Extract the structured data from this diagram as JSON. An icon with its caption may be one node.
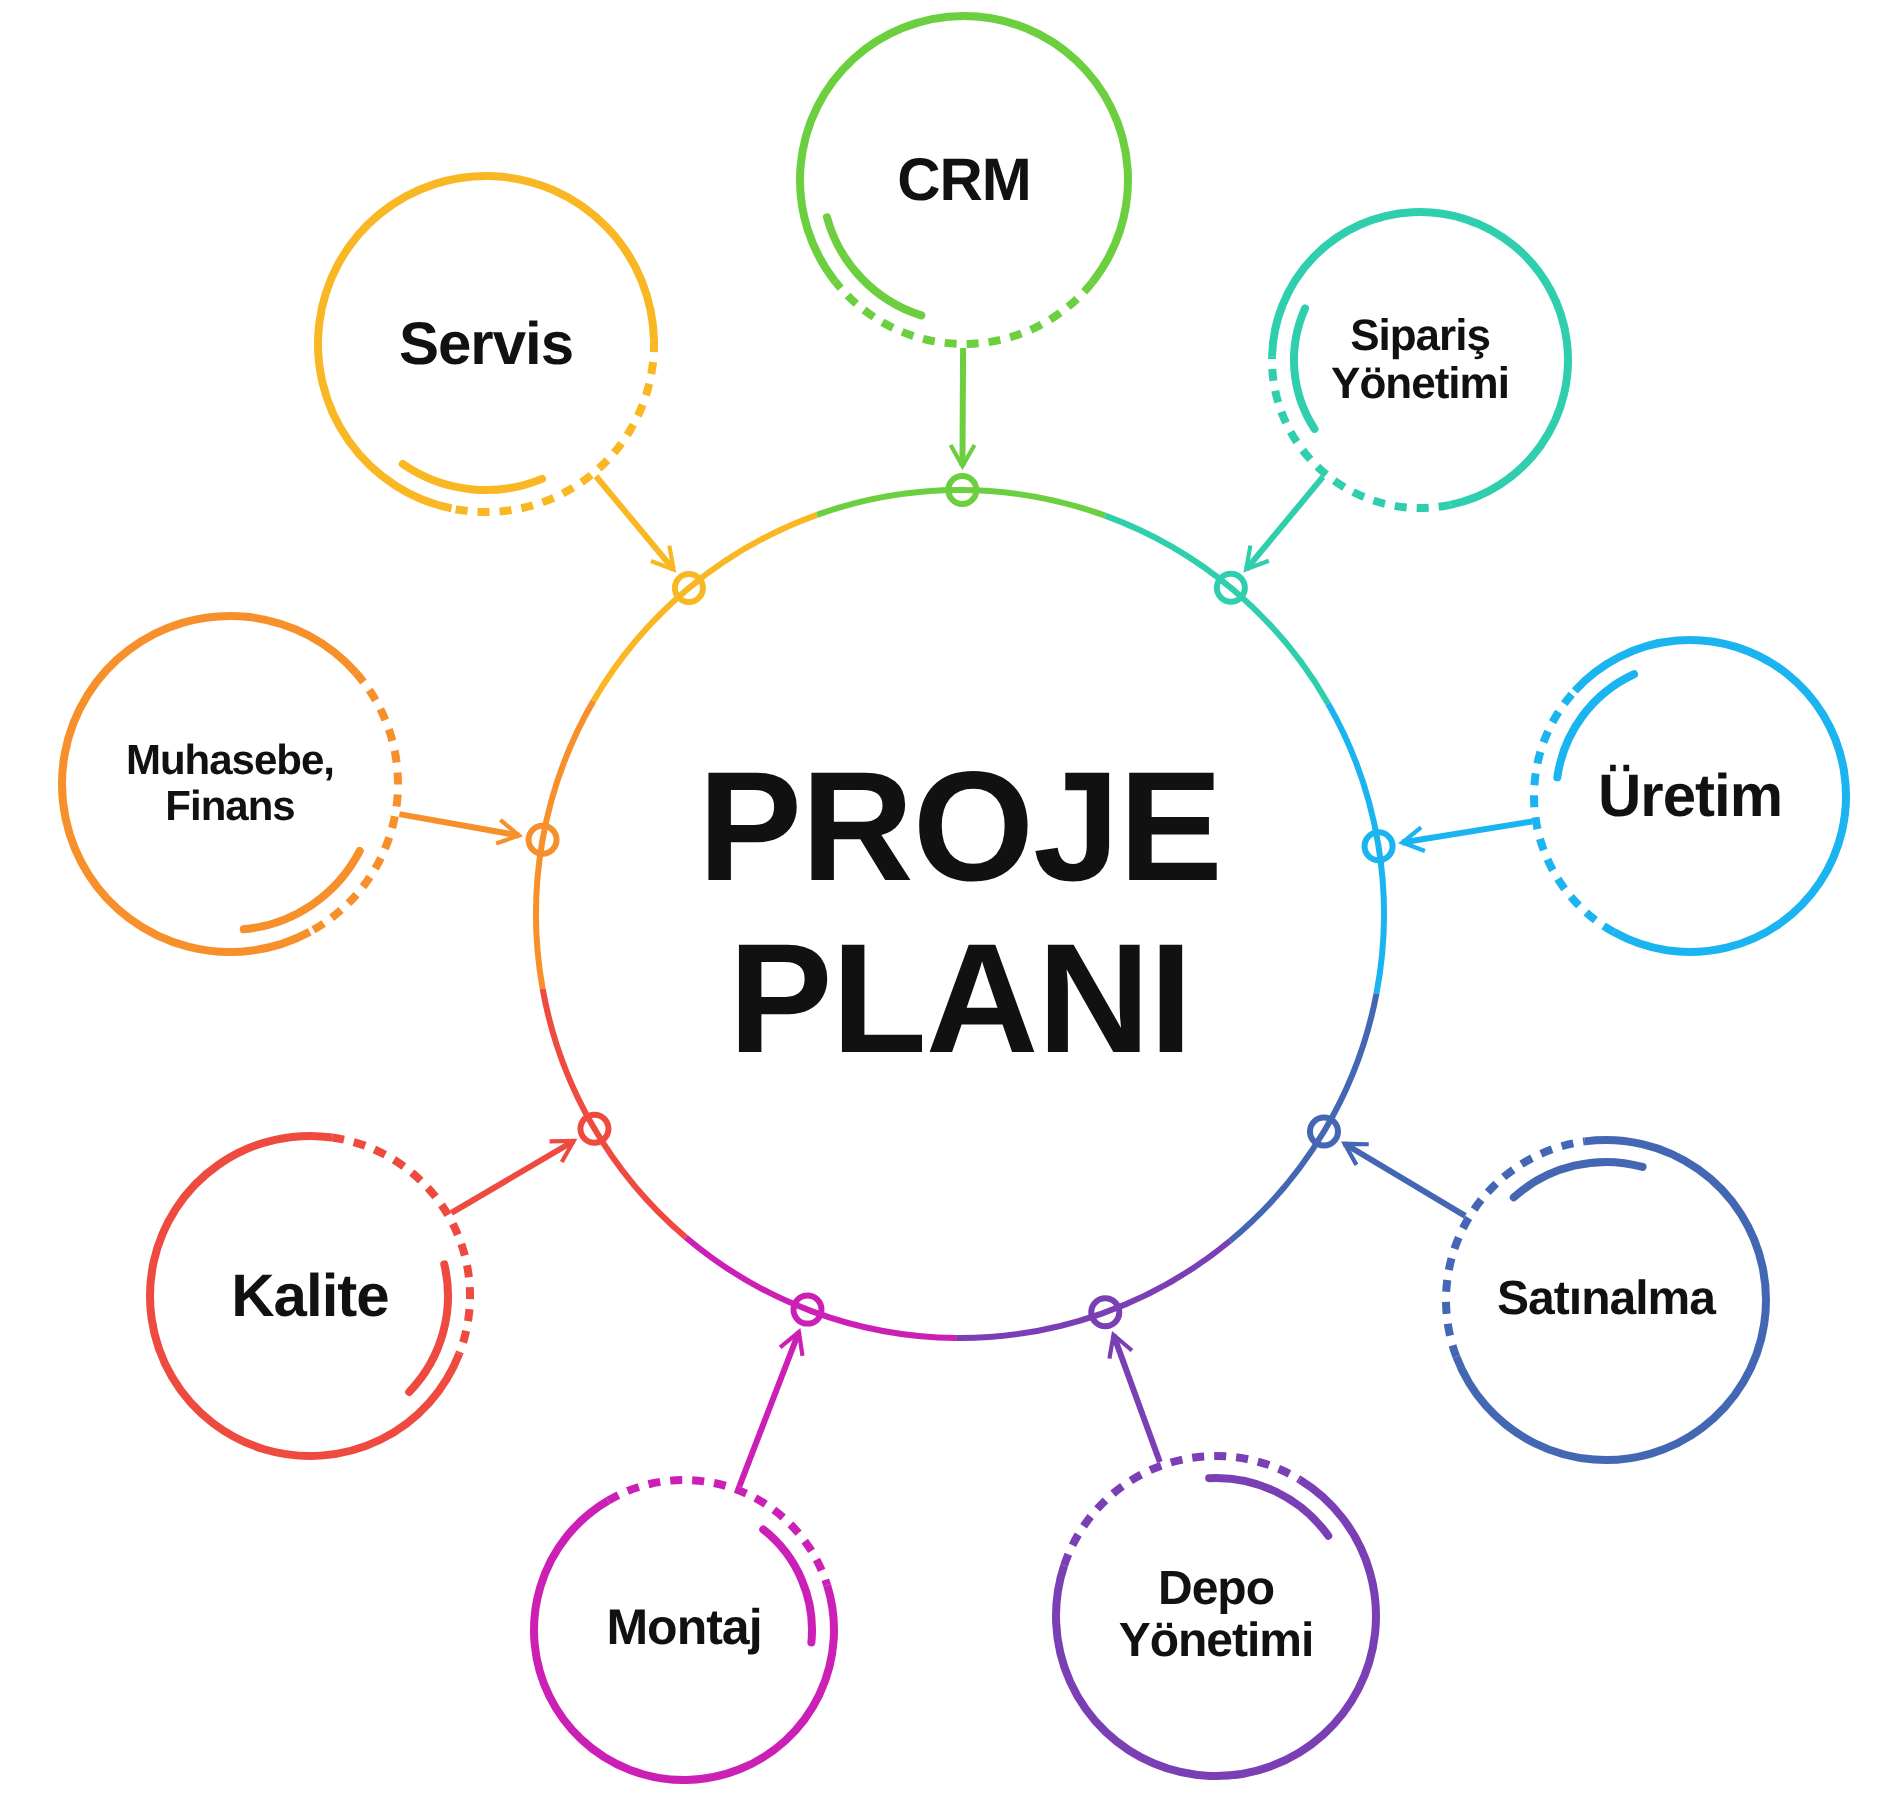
{
  "diagram": {
    "nodes": [
      {
        "text": [
          "PROJE PLANI"
        ]
      },
      {
        "text": [
          "CRM"
        ]
      },
      {
        "text": [
          "Sipariş Yönetimi"
        ]
      },
      {
        "text": [
          "Üretim"
        ]
      },
      {
        "text": [
          "Satınalma"
        ]
      },
      {
        "text": [
          "Depo Yönetimi"
        ]
      },
      {
        "text": [
          "Montaj"
        ]
      },
      {
        "text": [
          "Kalite"
        ]
      },
      {
        "text": [
          "Muhasebe, Finans"
        ]
      },
      {
        "text": [
          "Servis"
        ]
      }
    ],
    "edges": [
      {
        "from": 1,
        "to": 0,
        "arrow": "to",
        "color": "#6ccf3f"
      },
      {
        "from": 2,
        "to": 0,
        "arrow": "to",
        "color": "#2fcfae"
      },
      {
        "from": 3,
        "to": 0,
        "arrow": "to",
        "color": "#1ab4f0"
      },
      {
        "from": 4,
        "to": 0,
        "arrow": "to",
        "color": "#4467b4"
      },
      {
        "from": 5,
        "to": 0,
        "arrow": "to",
        "color": "#7b3fb5"
      },
      {
        "from": 6,
        "to": 0,
        "arrow": "to",
        "color": "#cc1fb6"
      },
      {
        "from": 7,
        "to": 0,
        "arrow": "to",
        "color": "#ee4a3f"
      },
      {
        "from": 8,
        "to": 0,
        "arrow": "to",
        "color": "#f7902a"
      },
      {
        "from": 9,
        "to": 0,
        "arrow": "to",
        "color": "#f9b823"
      }
    ]
  }
}
